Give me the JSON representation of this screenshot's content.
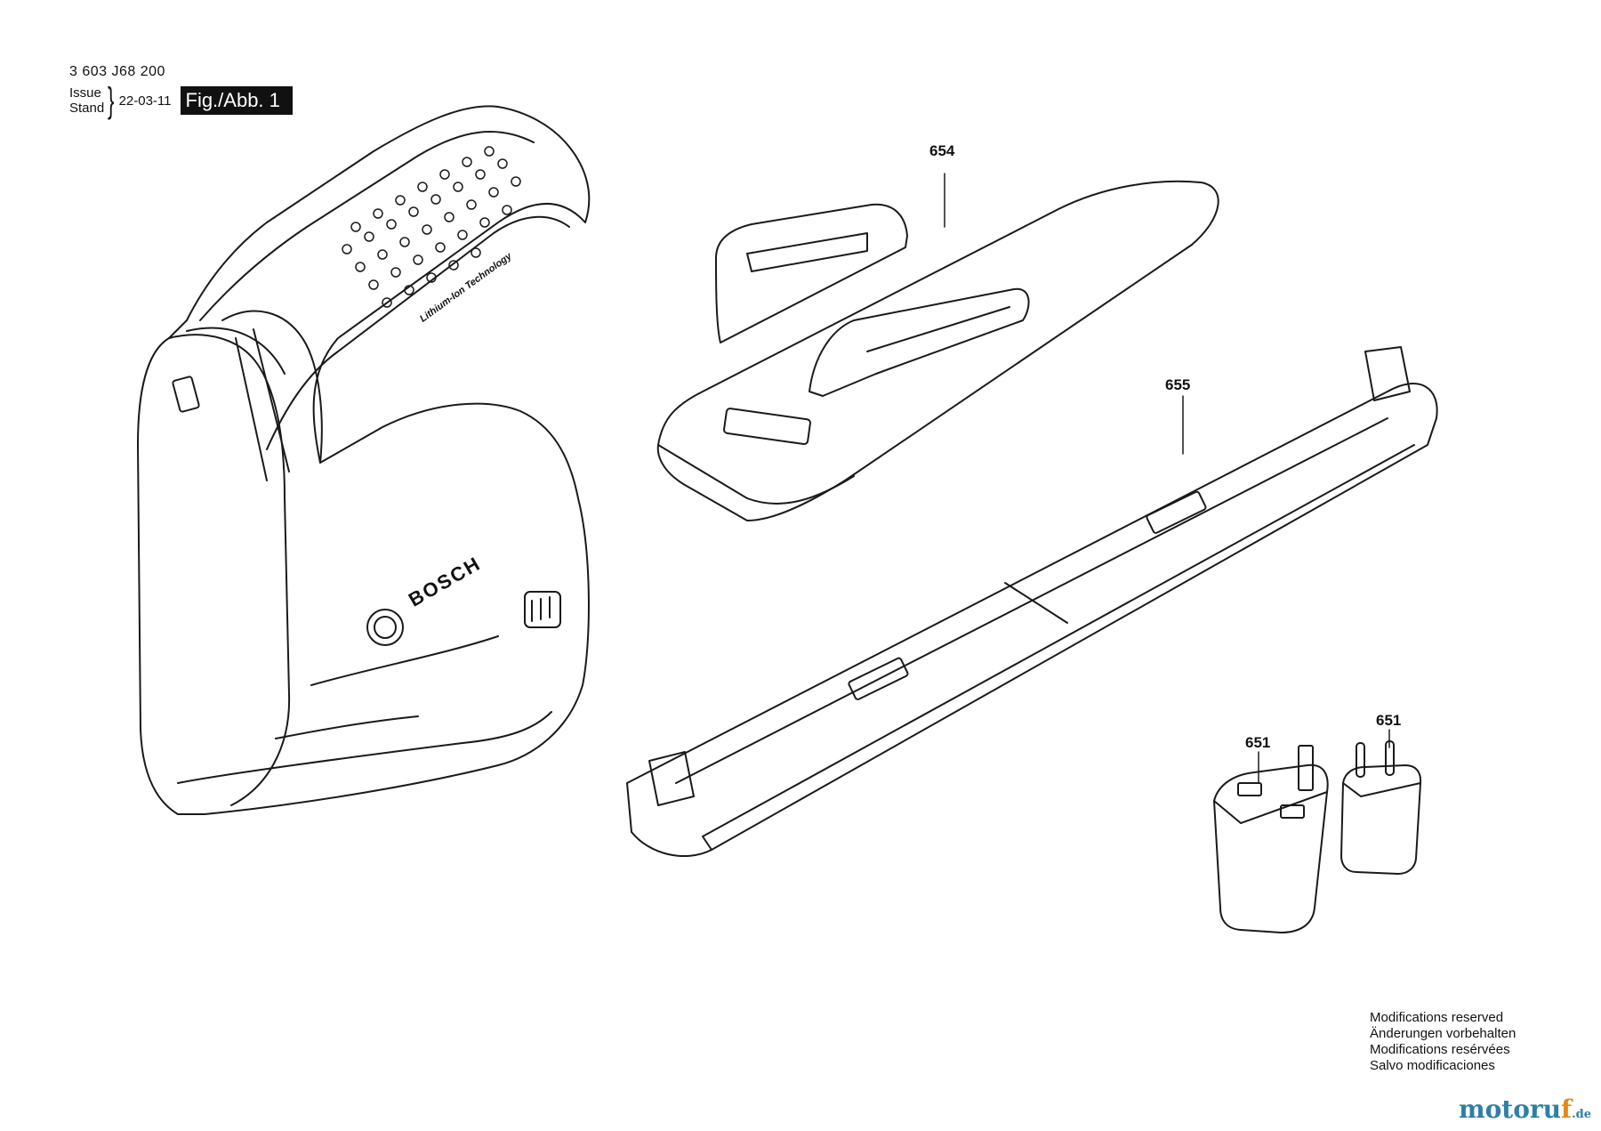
{
  "header": {
    "part_number": "3 603 J68 200",
    "issue_label": "Issue",
    "stand_label": "Stand",
    "issue_date": "22-03-11",
    "figure_label": "Fig./Abb. 1"
  },
  "parts": [
    {
      "number": "654",
      "item": "charger-tray"
    },
    {
      "number": "655",
      "item": "charger-base"
    },
    {
      "number": "651",
      "item": "uk-plug-adapter"
    },
    {
      "number": "651",
      "item": "eu-plug-adapter"
    }
  ],
  "tool_labels": {
    "brand": "BOSCH",
    "handle_text": "Lithium-Ion Technology"
  },
  "modifications_notice": [
    "Modifications reserved",
    "Änderungen vorbehalten",
    "Modifications resérvées",
    "Salvo modificaciones"
  ],
  "watermark": {
    "text_a": "moto",
    "text_b": "r",
    "text_c": "u",
    "text_d": "f",
    "tld": ".de"
  },
  "colors": {
    "line": "#1a1a1a",
    "watermark_blue": "#2f7fa5",
    "watermark_orange": "#e08a1a"
  }
}
